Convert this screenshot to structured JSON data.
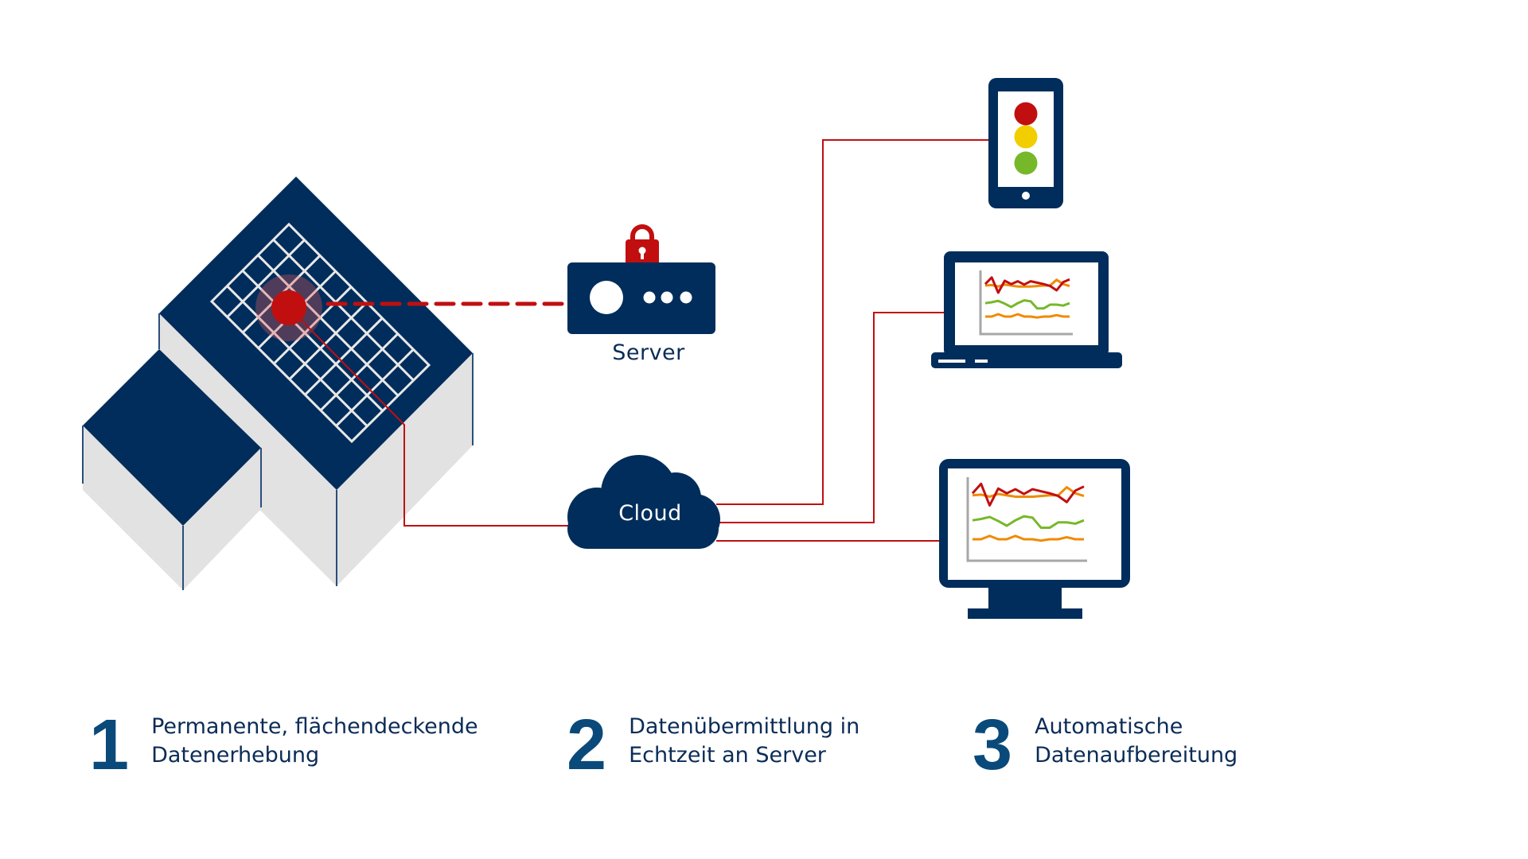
{
  "colors": {
    "navy": "#002d5b",
    "wall_gray": "#e2e2e2",
    "accent_red": "#c10f10",
    "halo_pink": "#f3a0a0",
    "traffic_red": "#c10f10",
    "traffic_yellow": "#f2cd00",
    "traffic_green": "#77b82a",
    "chart_orange": "#f08a00",
    "chart_axis": "#a7a7a7",
    "number_blue": "#0a4a7a"
  },
  "nodes": {
    "house": {
      "icon": "house-with-solar-panel-icon",
      "sensor": "sensor-dot-icon"
    },
    "server": {
      "label": "Server",
      "icon": "server-icon",
      "lock_icon": "padlock-icon"
    },
    "cloud": {
      "label": "Cloud",
      "icon": "cloud-icon"
    },
    "phone": {
      "icon": "smartphone-traffic-light-icon"
    },
    "laptop": {
      "icon": "laptop-chart-icon"
    },
    "monitor": {
      "icon": "monitor-chart-icon"
    }
  },
  "connections": [
    {
      "from": "house",
      "to": "server",
      "style": "dashed"
    },
    {
      "from": "house",
      "to": "cloud",
      "style": "solid"
    },
    {
      "from": "cloud",
      "to": "phone",
      "style": "solid"
    },
    {
      "from": "cloud",
      "to": "laptop",
      "style": "solid"
    },
    {
      "from": "cloud",
      "to": "monitor",
      "style": "solid"
    }
  ],
  "steps": [
    {
      "number": "1",
      "line1": "Permanente, flächendeckende",
      "line2": "Datenerhebung"
    },
    {
      "number": "2",
      "line1": "Datenübermittlung in",
      "line2": "Echtzeit an Server"
    },
    {
      "number": "3",
      "line1": "Automatische",
      "line2": "Datenaufbereitung"
    }
  ]
}
